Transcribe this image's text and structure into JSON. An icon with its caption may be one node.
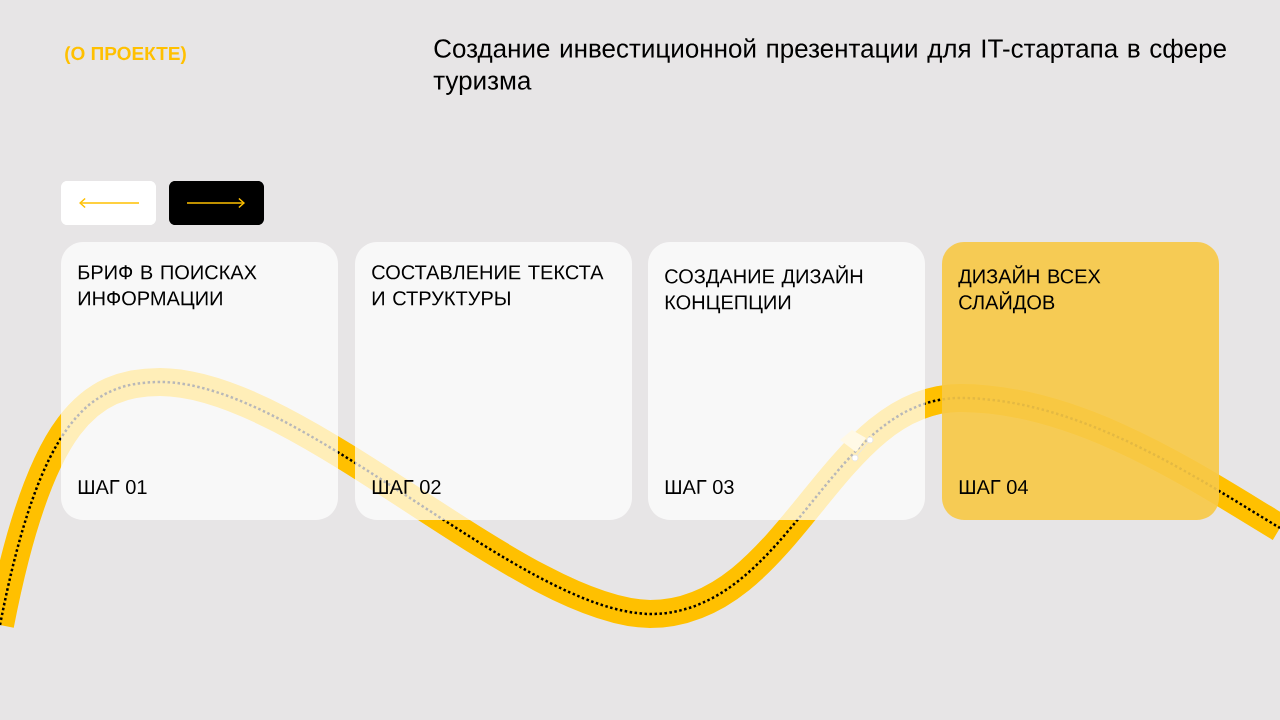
{
  "diagram": {
    "title": "Создание инвестиционной презентации для IT-стартапа в сфере туризма",
    "nodes": [
      {
        "text": [
          "БРИФ В ПОИСКАХ ИНФОРМАЦИИ",
          "ШАГ 01"
        ]
      },
      {
        "text": [
          "СОСТАВЛЕНИЕ ТЕКСТА И СТРУКТУРЫ",
          "ШАГ 02"
        ]
      },
      {
        "text": [
          "СОЗДАНИЕ ДИЗАЙН КОНЦЕПЦИИ",
          "ШАГ 03"
        ]
      },
      {
        "text": [
          "ДИЗАЙН ВСЕХ СЛАЙДОВ",
          "ШАГ 04"
        ]
      }
    ],
    "labels": [
      "(О ПРОЕКТЕ)"
    ]
  }
}
